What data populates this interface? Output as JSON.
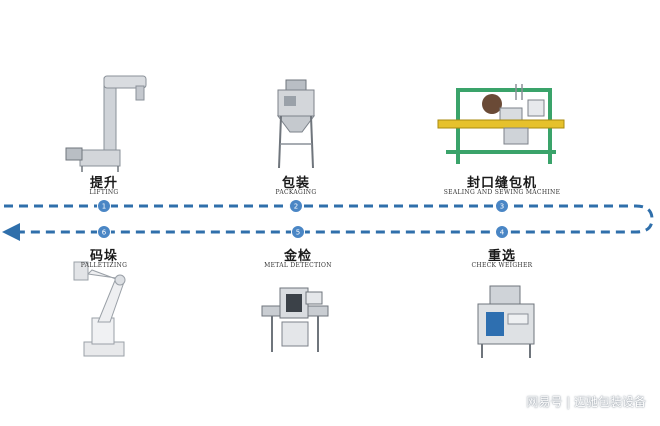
{
  "steps": [
    {
      "num": "1",
      "cn": "提升",
      "en": "LIFTING",
      "icon": "bucket-elevator-icon"
    },
    {
      "num": "2",
      "cn": "包装",
      "en": "PACKAGING",
      "icon": "packaging-machine-icon"
    },
    {
      "num": "3",
      "cn": "封口缝包机",
      "en": "SEALING AND SEWING MACHINE",
      "icon": "sealing-sewing-machine-icon"
    },
    {
      "num": "4",
      "cn": "重选",
      "en": "CHECK WEIGHER",
      "icon": "check-weigher-icon"
    },
    {
      "num": "5",
      "cn": "金检",
      "en": "METAL DETECTION",
      "icon": "metal-detector-icon"
    },
    {
      "num": "6",
      "cn": "码垛",
      "en": "PALLETIZING",
      "icon": "palletizing-robot-icon"
    }
  ],
  "watermark": "网易号 | 迈驰包装设备",
  "colors": {
    "flow": "#2f6fab",
    "marker": "#4a86c5"
  }
}
